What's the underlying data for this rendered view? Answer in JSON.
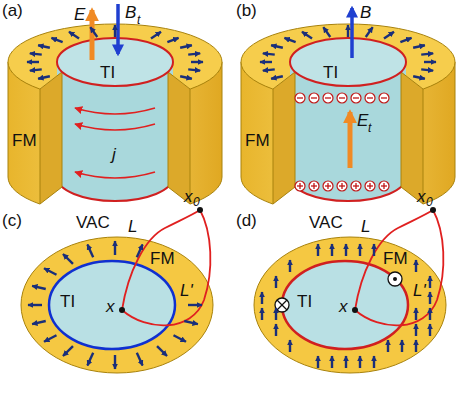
{
  "diagram": {
    "nodes": [
      {
        "text": [
          "FM"
        ]
      },
      {
        "text": [
          "TI",
          "j"
        ],
        "in": 0
      },
      {
        "text": [
          "FM"
        ]
      },
      {
        "text": [
          "TI"
        ],
        "in": 2
      },
      {
        "text": [
          "FM"
        ]
      },
      {
        "text": [
          "TI",
          "x"
        ],
        "in": 4
      },
      {
        "text": [
          "FM"
        ]
      },
      {
        "text": [
          "TI",
          "x"
        ],
        "in": 6
      }
    ],
    "labels": [
      "(a)",
      "E",
      "B",
      "t",
      "(b)",
      "B",
      "E",
      "t",
      "(c)",
      "VAC",
      "L",
      "x",
      "0",
      "L'",
      "(d)",
      "VAC",
      "L",
      "x",
      "0",
      "L'"
    ]
  }
}
